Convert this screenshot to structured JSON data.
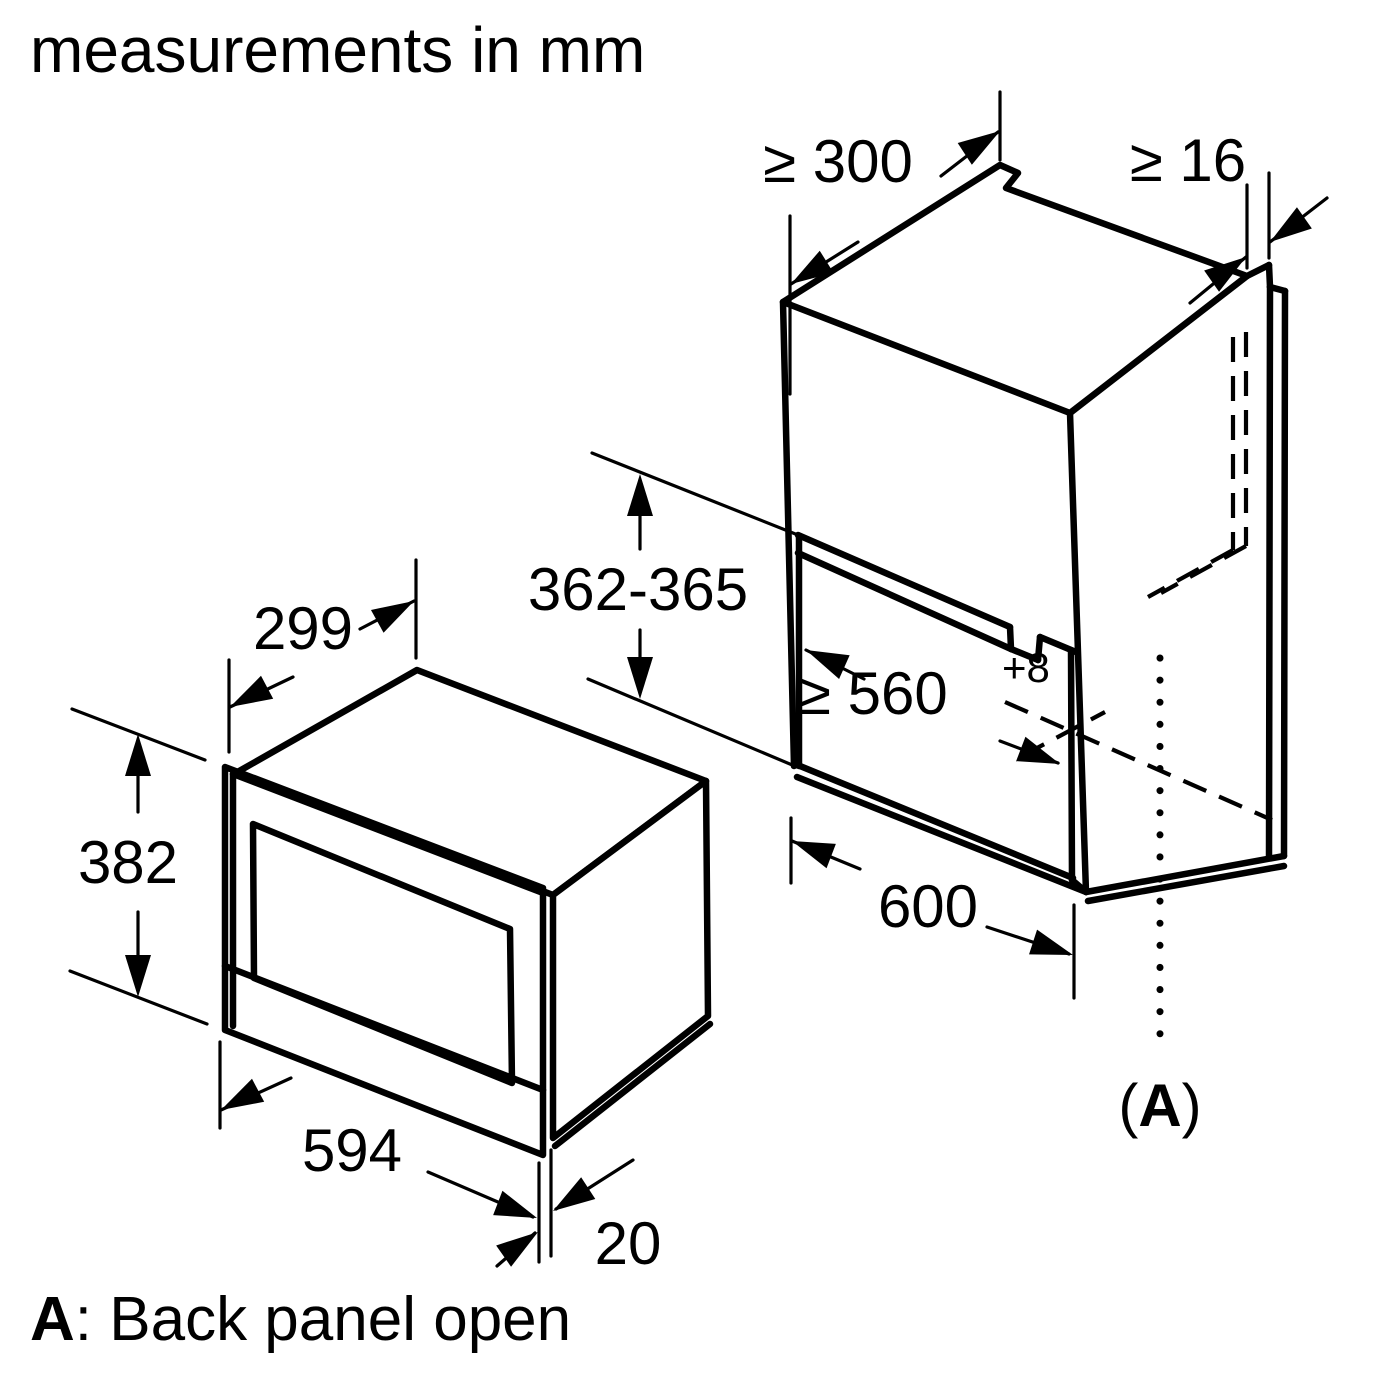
{
  "title": "measurements in mm",
  "microwave": {
    "depth": "299",
    "height": "382",
    "width": "594",
    "frame_offset": "20"
  },
  "cabinet": {
    "top_depth": "≥ 300",
    "rear_gap": "≥ 16",
    "niche_height": "362-365",
    "niche_width": "≥ 560",
    "niche_width_tolerance": "+8",
    "width": "600"
  },
  "annotation": {
    "marker_open": "(",
    "marker_letter": "A",
    "marker_close": ")"
  },
  "caption": {
    "label": "A",
    "text": ": Back panel open"
  },
  "colors": {
    "line": "#000000",
    "background": "#ffffff"
  }
}
